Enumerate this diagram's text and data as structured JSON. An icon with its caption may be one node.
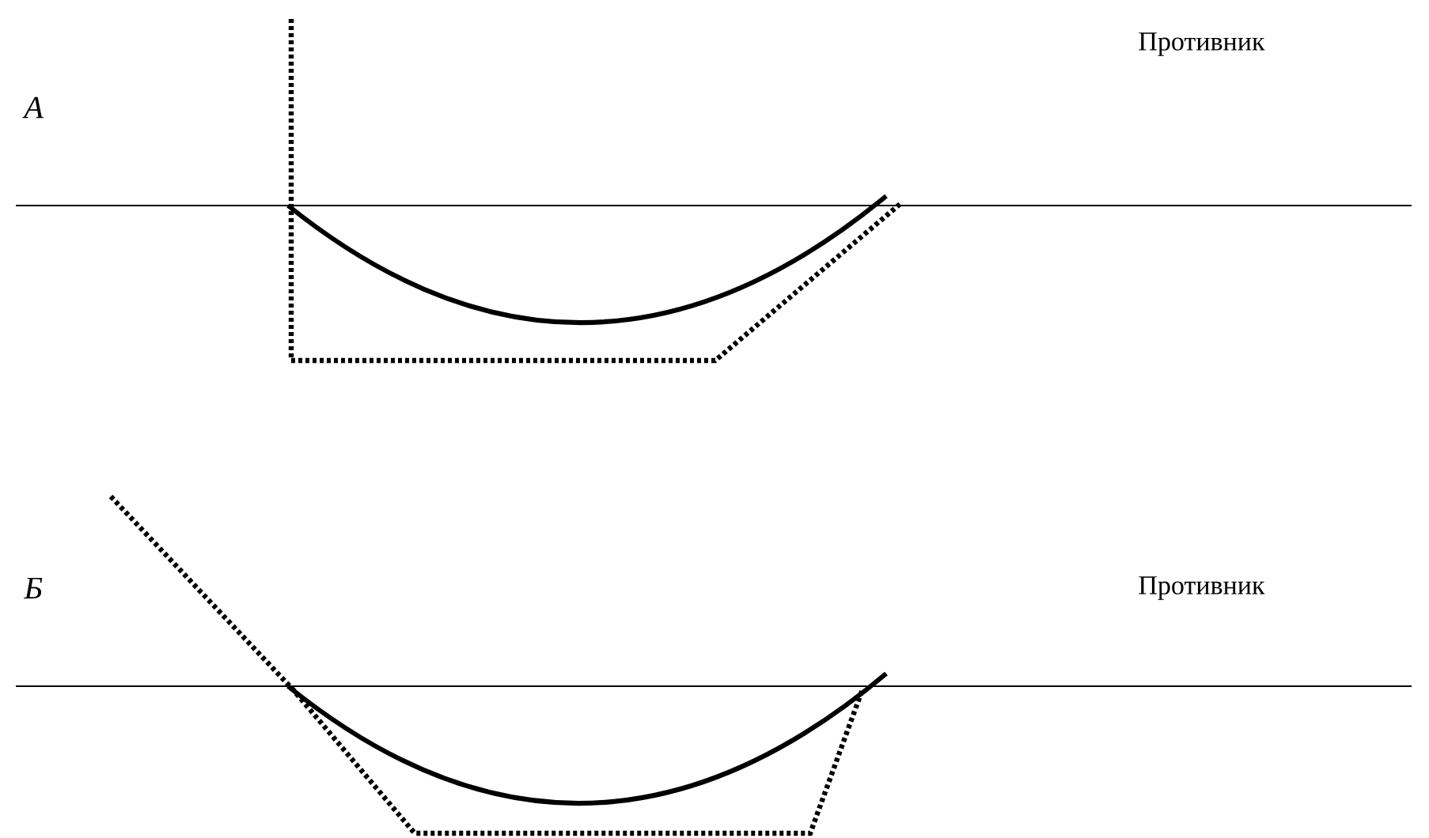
{
  "diagram": {
    "labels": [
      "А",
      "Противник",
      "Б",
      "Противник"
    ]
  }
}
